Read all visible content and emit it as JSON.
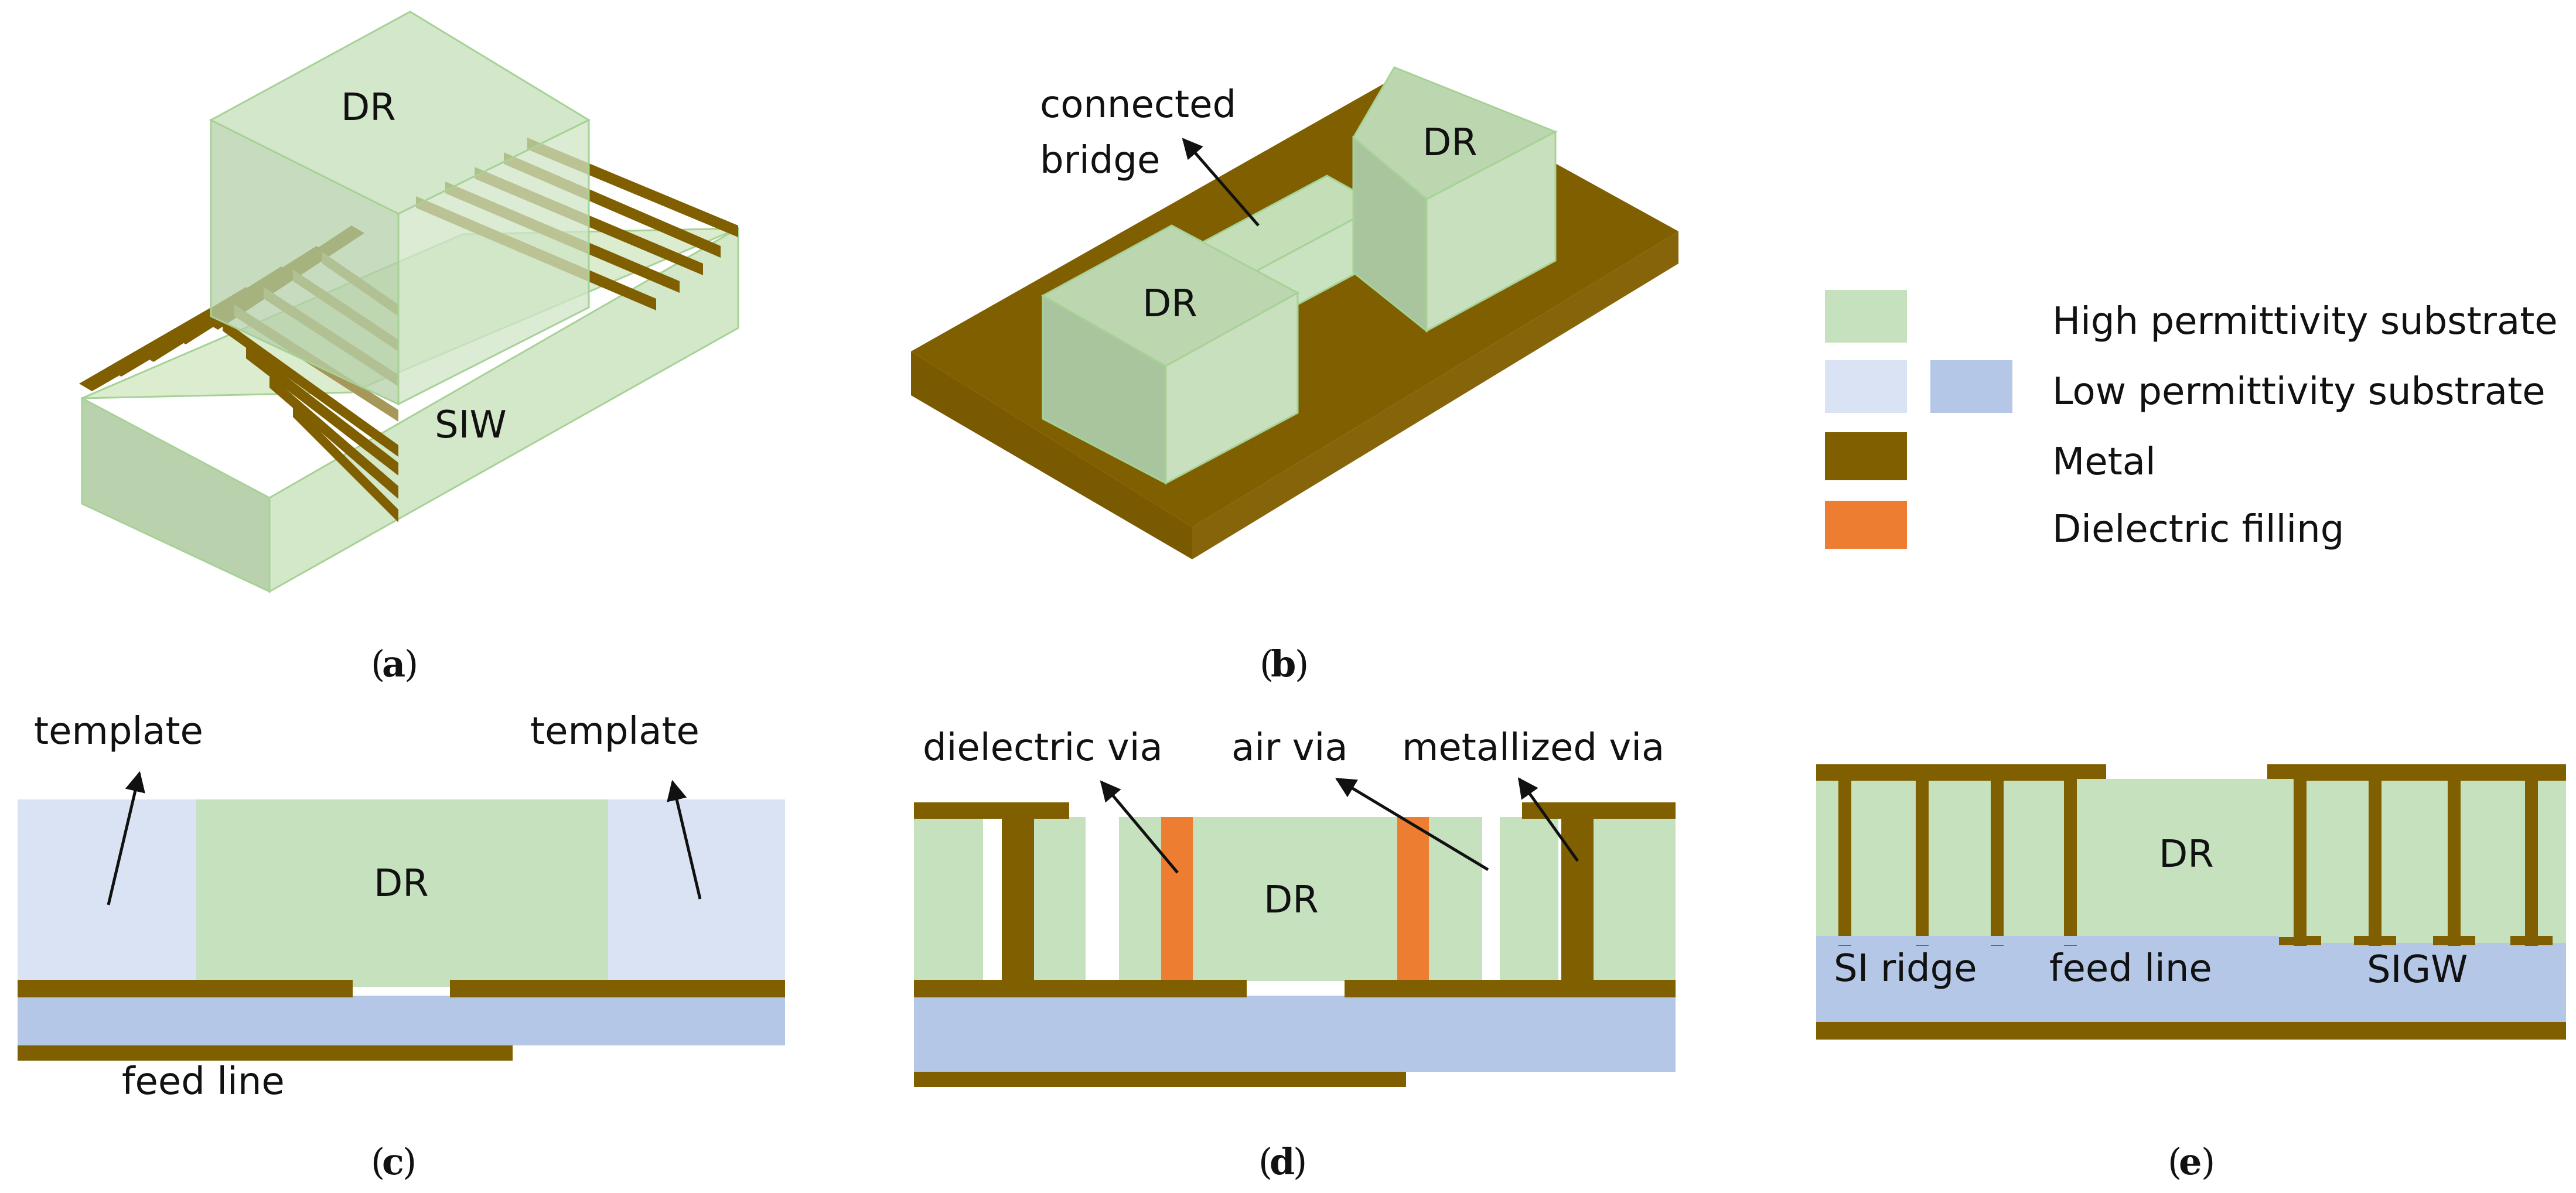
{
  "colors": {
    "high_permittivity": "#c6e1bd",
    "low_permittivity_light": "#dae3f3",
    "low_permittivity": "#b4c7e7",
    "metal": "#7f5f00",
    "dielectric_filling": "#ed7d31"
  },
  "legend": {
    "high": "High permittivity substrate",
    "low": "Low permittivity substrate",
    "metal": "Metal",
    "filling": "Dielectric filling"
  },
  "panel_a": {
    "dr": "DR",
    "siw": "SIW",
    "caption_letter": "a"
  },
  "panel_b": {
    "bridge_line1": "connected",
    "bridge_line2": "bridge",
    "dr_left": "DR",
    "dr_right": "DR",
    "caption_letter": "b"
  },
  "panel_c": {
    "template_left": "template",
    "template_right": "template",
    "dr": "DR",
    "feed_line": "feed line",
    "caption_letter": "c"
  },
  "panel_d": {
    "dielectric_via": "dielectric via",
    "air_via": "air via",
    "metallized_via": "metallized via",
    "dr": "DR",
    "caption_letter": "d"
  },
  "panel_e": {
    "dr": "DR",
    "si_ridge": "SI ridge",
    "feed_line": "feed line",
    "sigw": "SIGW",
    "caption_letter": "e"
  }
}
